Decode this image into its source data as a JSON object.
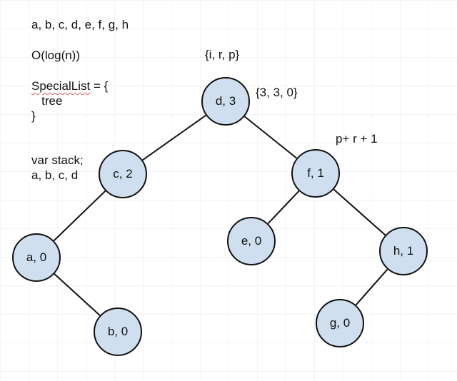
{
  "colors": {
    "node_fill": "#cfdfef",
    "node_stroke": "#111111",
    "edge": "#111111"
  },
  "notes": {
    "letters": "a, b, c, d, e, f, g, h",
    "complexity": "O(log(n))",
    "special_list_name": "SpecialList",
    "special_list_rest": " = {",
    "special_list_body": "   tree",
    "special_list_close": "}",
    "stack_decl": "var stack;",
    "stack_values": "a, b, c, d",
    "irp_label": "{i, r, p}",
    "root_values": "{3, 3, 0}",
    "formula": "p+ r + 1"
  },
  "tree": {
    "nodes": [
      {
        "id": "d",
        "label": "d, 3"
      },
      {
        "id": "c",
        "label": "c, 2"
      },
      {
        "id": "f",
        "label": "f, 1"
      },
      {
        "id": "a",
        "label": "a, 0"
      },
      {
        "id": "e",
        "label": "e, 0"
      },
      {
        "id": "h",
        "label": "h, 1"
      },
      {
        "id": "b",
        "label": "b, 0"
      },
      {
        "id": "g",
        "label": "g, 0"
      }
    ],
    "edges": [
      [
        "d",
        "c"
      ],
      [
        "d",
        "f"
      ],
      [
        "c",
        "a"
      ],
      [
        "a",
        "b"
      ],
      [
        "f",
        "e"
      ],
      [
        "f",
        "h"
      ],
      [
        "h",
        "g"
      ]
    ]
  }
}
